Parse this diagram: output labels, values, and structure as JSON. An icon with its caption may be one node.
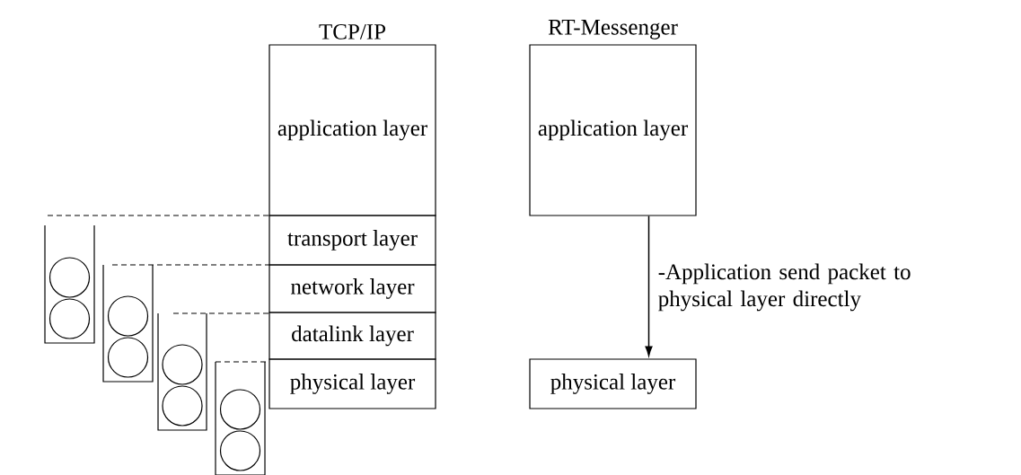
{
  "diagram": {
    "nodes": [
      {
        "text": [
          "TCP/IP",
          "application layer"
        ]
      },
      {
        "text": [
          "transport layer"
        ]
      },
      {
        "text": [
          "network layer"
        ]
      },
      {
        "text": [
          "datalink layer"
        ]
      },
      {
        "text": [
          "physical layer"
        ]
      },
      {
        "text": [
          "RT-Messenger",
          "application layer"
        ]
      },
      {
        "text": [
          "physical layer"
        ]
      }
    ],
    "edges": [
      {
        "from": 5,
        "to": 6,
        "arrow": "to",
        "label": "-Application send packet to physical layer directly"
      }
    ]
  }
}
